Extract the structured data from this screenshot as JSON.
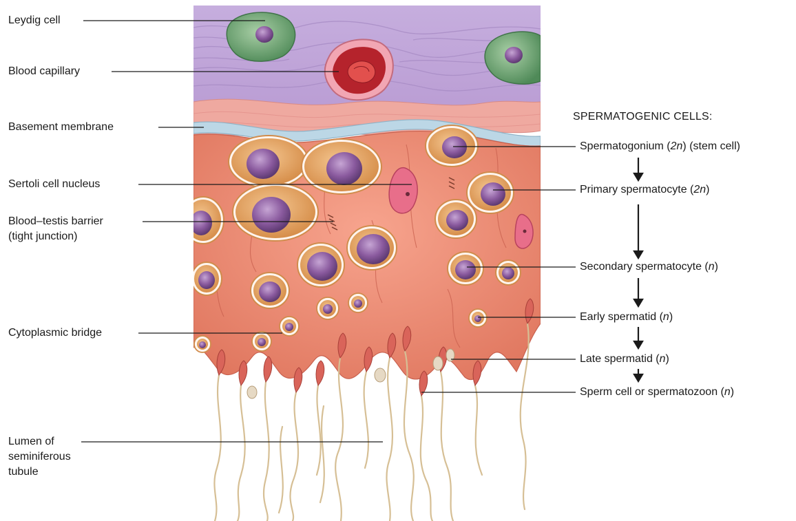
{
  "left_labels": {
    "leydig": "Leydig cell",
    "capillary": "Blood capillary",
    "basement": "Basement membrane",
    "sertoli": "Sertoli cell nucleus",
    "barrier_line1": "Blood–testis barrier",
    "barrier_line2": "(tight junction)",
    "bridge": "Cytoplasmic bridge",
    "lumen_line1": "Lumen of",
    "lumen_line2": "seminiferous",
    "lumen_line3": "tubule"
  },
  "right_labels": {
    "heading": "SPERMATOGENIC CELLS:",
    "spermatogonium": {
      "text": "Spermatogonium (",
      "ploidy": "2n",
      "suffix": ") (stem cell)"
    },
    "primary": {
      "text": "Primary spermatocyte (",
      "ploidy": "2n",
      "suffix": ")"
    },
    "secondary": {
      "text": "Secondary spermatocyte (",
      "ploidy": "n",
      "suffix": ")"
    },
    "early": {
      "text": "Early spermatid (",
      "ploidy": "n",
      "suffix": ")"
    },
    "late": {
      "text": "Late spermatid (",
      "ploidy": "n",
      "suffix": ")"
    },
    "sperm": {
      "text": "Sperm cell or spermatozoon (",
      "ploidy": "n",
      "suffix": ")"
    }
  },
  "colors": {
    "interstitial": "#c9aedb",
    "interstitial_stroke": "#a985c4",
    "basal_pink": "#eea7a0",
    "basement_blue": "#bcd7e6",
    "sertoli": "#e98b74",
    "sertoli_dark": "#c8614f",
    "cell_ring": "#e0a05a",
    "nucleus": "#8a5a9e",
    "leydig": "#6fa070",
    "capillary": "#b5232c",
    "sperm_head": "#d9645a",
    "tail": "#d8c29a",
    "line": "#1a1a1a"
  }
}
